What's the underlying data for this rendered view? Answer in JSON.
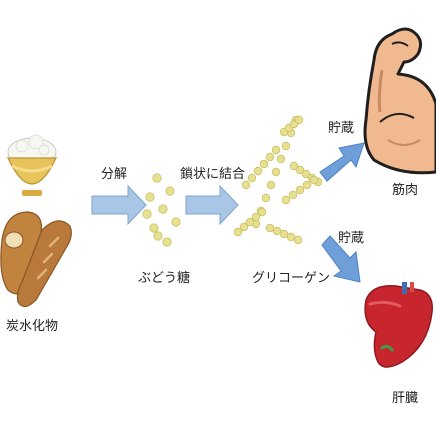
{
  "diagram": {
    "carbohydrate_label": "炭水化物",
    "step1_label": "分解",
    "glucose_label": "ぶどう糖",
    "step2_label": "鎖状に結合",
    "glycogen_label": "グリコーゲン",
    "store_label_muscle": "貯蔵",
    "store_label_liver": "貯蔵",
    "muscle_label": "筋肉",
    "liver_label": "肝臓"
  },
  "colors": {
    "arrow_fill": "#a9c6e6",
    "arrow_stroke": "#7fa4cf",
    "dot": "#e6e08f",
    "dot_stroke": "#c9c06a",
    "muscle_skin": "#f0b98f",
    "liver": "#c8262e",
    "bread": "#b8793a",
    "bowl": "#e8c25a",
    "rice": "#f7f7f2"
  },
  "icons": [
    "rice-bowl-icon",
    "bread-icon",
    "flexed-arm-icon",
    "liver-icon"
  ]
}
